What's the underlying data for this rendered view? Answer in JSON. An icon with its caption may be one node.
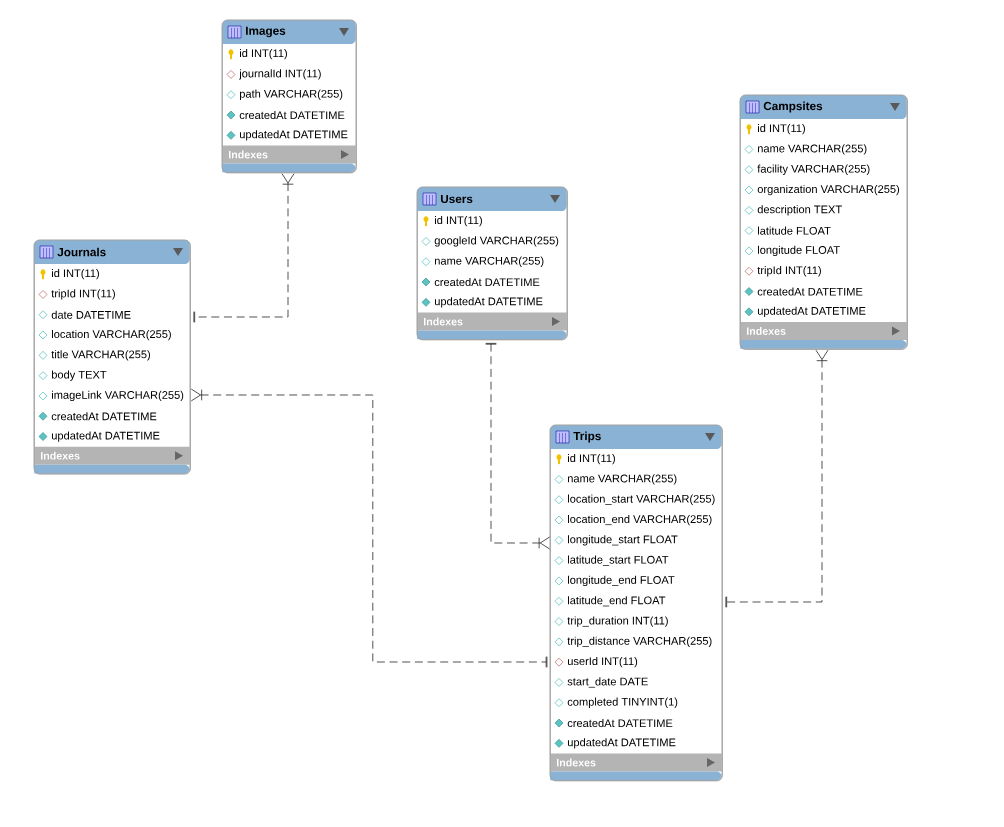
{
  "diagram": {
    "nodes": [
      {
        "text": [
          "Images",
          "id INT(11)",
          "journalId INT(11)",
          "path VARCHAR(255)",
          "createdAt DATETIME",
          "updatedAt DATETIME",
          "Indexes"
        ]
      },
      {
        "text": [
          "Journals",
          "id INT(11)",
          "tripId INT(11)",
          "date DATETIME",
          "location VARCHAR(255)",
          "title VARCHAR(255)",
          "body TEXT",
          "imageLink VARCHAR(255)",
          "createdAt DATETIME",
          "updatedAt DATETIME",
          "Indexes"
        ]
      },
      {
        "text": [
          "Users",
          "id INT(11)",
          "googleId VARCHAR(255)",
          "name VARCHAR(255)",
          "createdAt DATETIME",
          "updatedAt DATETIME",
          "Indexes"
        ]
      },
      {
        "text": [
          "Campsites",
          "id INT(11)",
          "name VARCHAR(255)",
          "facility VARCHAR(255)",
          "organization VARCHAR(255)",
          "description TEXT",
          "latitude FLOAT",
          "longitude FLOAT",
          "tripId INT(11)",
          "createdAt DATETIME",
          "updatedAt DATETIME",
          "Indexes"
        ]
      },
      {
        "text": [
          "Trips",
          "id INT(11)",
          "name VARCHAR(255)",
          "location_start VARCHAR(255)",
          "location_end VARCHAR(255)",
          "longitude_start FLOAT",
          "latitude_start FLOAT",
          "longitude_end FLOAT",
          "latitude_end FLOAT",
          "trip_duration INT(11)",
          "trip_distance VARCHAR(255)",
          "userId INT(11)",
          "start_date DATE",
          "completed TINYINT(1)",
          "createdAt DATETIME",
          "updatedAt DATETIME",
          "Indexes"
        ]
      }
    ],
    "edges": [
      {
        "from": 0,
        "to": 1,
        "arrow": "other",
        "style": "dashed"
      },
      {
        "from": 1,
        "to": 4,
        "arrow": "other",
        "style": "dashed"
      },
      {
        "from": 4,
        "to": 2,
        "arrow": "other",
        "style": "dashed"
      },
      {
        "from": 3,
        "to": 4,
        "arrow": "other",
        "style": "dashed"
      }
    ]
  }
}
